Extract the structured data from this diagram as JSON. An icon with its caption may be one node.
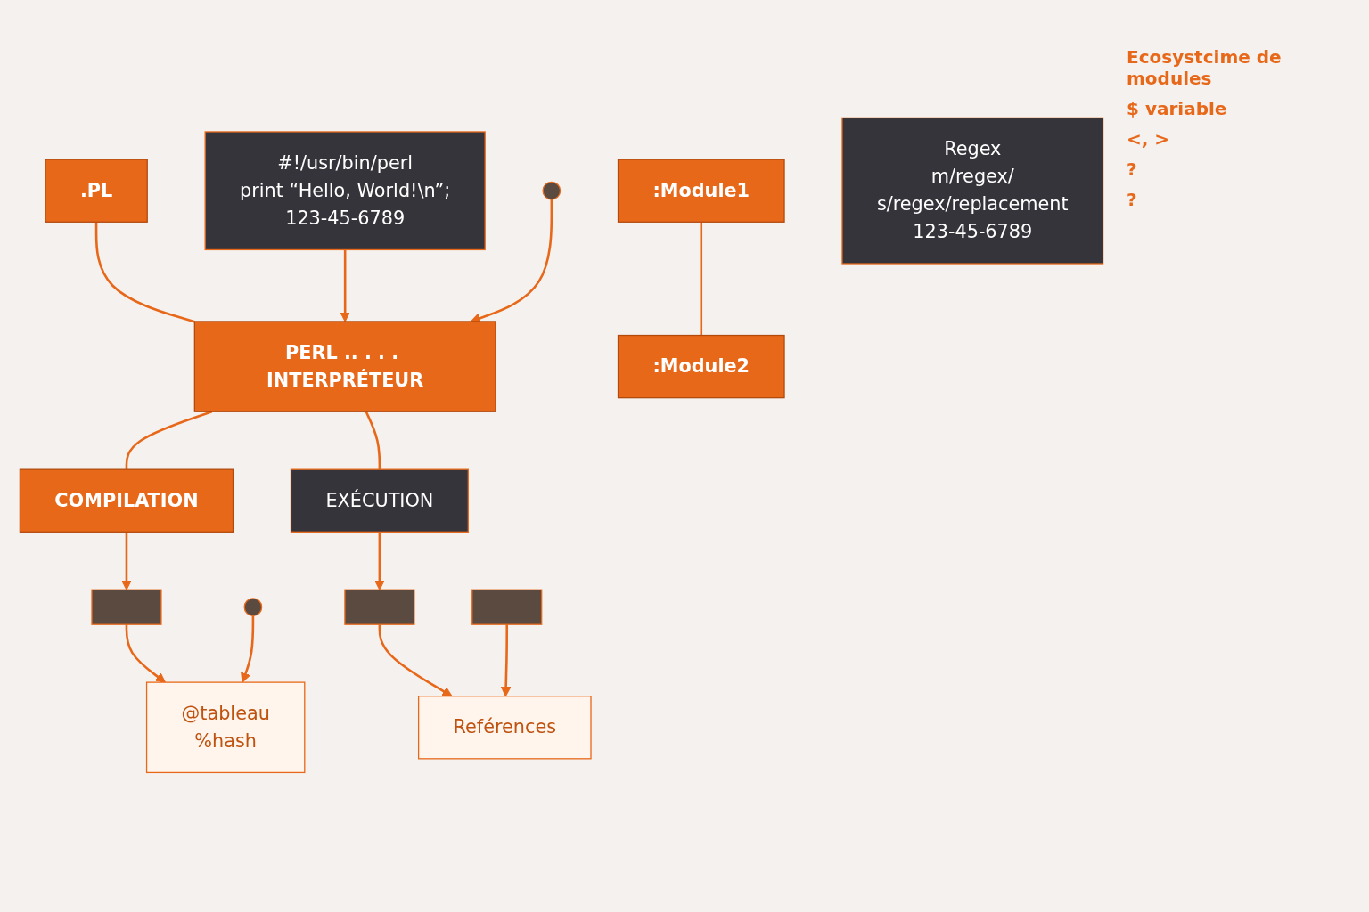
{
  "diagram": {
    "nodes": [
      {
        "text": [
          ".PL"
        ]
      },
      {
        "text": [
          "PERL .. . . . INTERPRÉTEUR"
        ]
      },
      {
        "text": [
          "#!/usr/bin/perl",
          "print “Hello, World!\\n”;",
          "123-45-6789"
        ]
      },
      {
        "text": [
          ":Module1"
        ]
      },
      {
        "text": [
          ":Module2"
        ]
      },
      {
        "text": [],
        "shape": "circle"
      },
      {
        "text": [
          "COMPILATION"
        ]
      },
      {
        "text": [
          "EXÉCUTION"
        ]
      },
      {
        "text": [],
        "shape": "box"
      },
      {
        "text": [],
        "shape": "box"
      },
      {
        "text": [
          "Regex",
          "m/regex/",
          "s/regex/replacement",
          "123-45-6789"
        ]
      },
      {
        "text": [],
        "shape": "circle"
      },
      {
        "text": [
          "@tableau",
          "%hash"
        ]
      },
      {
        "text": [],
        "shape": "box"
      },
      {
        "text": [
          "Reférences"
        ]
      }
    ],
    "edges": [
      {
        "from": 0,
        "to": 1,
        "arrow": "none"
      },
      {
        "from": 2,
        "to": 1,
        "arrow": "to"
      },
      {
        "from": 5,
        "to": 1,
        "arrow": "to"
      },
      {
        "from": 3,
        "to": 4,
        "arrow": "none"
      },
      {
        "from": 1,
        "to": 6,
        "arrow": "none"
      },
      {
        "from": 1,
        "to": 7,
        "arrow": "none"
      },
      {
        "from": 6,
        "to": 8,
        "arrow": "to"
      },
      {
        "from": 8,
        "to": 12,
        "arrow": "to"
      },
      {
        "from": 7,
        "to": 9,
        "arrow": "to"
      },
      {
        "from": 9,
        "to": 14,
        "arrow": "to"
      },
      {
        "from": 11,
        "to": 12,
        "arrow": "to"
      },
      {
        "from": 13,
        "to": 14,
        "arrow": "to"
      }
    ],
    "labels": [
      "Ecosystcime de modules",
      "$ variable",
      "<, >",
      "?",
      "?"
    ]
  }
}
